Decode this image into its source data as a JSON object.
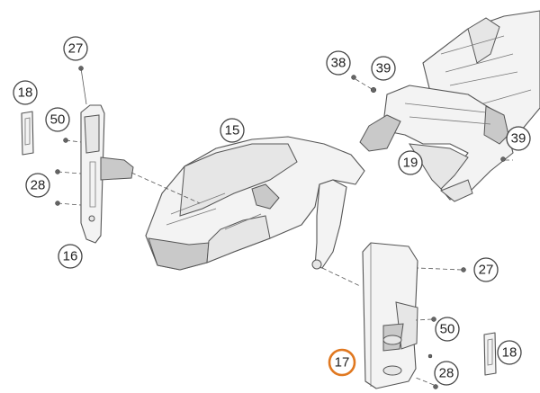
{
  "diagram": {
    "callouts": [
      {
        "id": "c27a",
        "label": "27"
      },
      {
        "id": "c18a",
        "label": "18"
      },
      {
        "id": "c50a",
        "label": "50"
      },
      {
        "id": "c28a",
        "label": "28"
      },
      {
        "id": "c16",
        "label": "16"
      },
      {
        "id": "c15",
        "label": "15"
      },
      {
        "id": "c38",
        "label": "38"
      },
      {
        "id": "c39a",
        "label": "39"
      },
      {
        "id": "c19",
        "label": "19"
      },
      {
        "id": "c39b",
        "label": "39"
      },
      {
        "id": "c27b",
        "label": "27"
      },
      {
        "id": "c50b",
        "label": "50"
      },
      {
        "id": "c18b",
        "label": "18"
      },
      {
        "id": "c17",
        "label": "17"
      },
      {
        "id": "c28b",
        "label": "28"
      }
    ],
    "highlight_label": "17",
    "highlight_color": "#e07820"
  }
}
